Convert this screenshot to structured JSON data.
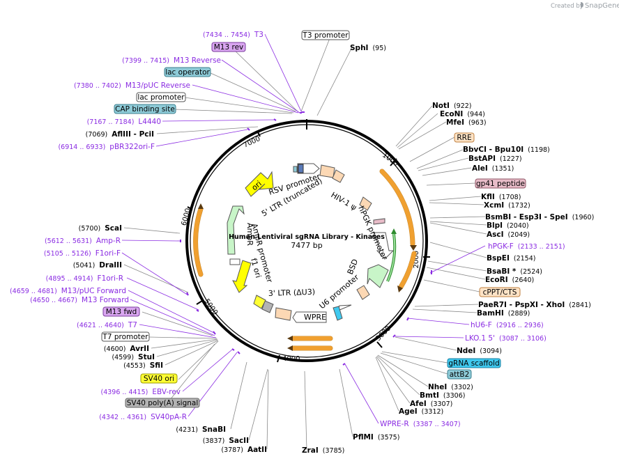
{
  "credit": {
    "prefix": "Created by",
    "brand": "SnapGene"
  },
  "plasmid": {
    "name": "Human Lentiviral sgRNA Library - Kinases",
    "length": "7477 bp"
  },
  "ticks": [
    "1000",
    "2000",
    "3000",
    "4000",
    "5000",
    "6000",
    "7000"
  ],
  "enzymes_right": [
    {
      "name": "SphI",
      "pos": "(95)"
    },
    {
      "name": "NotI",
      "pos": "(922)"
    },
    {
      "name": "EcoNI",
      "pos": "(944)"
    },
    {
      "name": "MfeI",
      "pos": "(963)"
    },
    {
      "name": "BbvCI - Bpu10I",
      "pos": "(1198)"
    },
    {
      "name": "BstAPI",
      "pos": "(1227)"
    },
    {
      "name": "AleI",
      "pos": "(1351)"
    },
    {
      "name": "KflI",
      "pos": "(1708)"
    },
    {
      "name": "XcmI",
      "pos": "(1732)"
    },
    {
      "name": "BsmBI - Esp3I - SpeI",
      "pos": "(1960)"
    },
    {
      "name": "BlpI",
      "pos": "(2040)"
    },
    {
      "name": "AscI",
      "pos": "(2049)"
    },
    {
      "name": "BspEI",
      "pos": "(2154)"
    },
    {
      "name": "BsaBI *",
      "pos": "(2524)"
    },
    {
      "name": "EcoRI",
      "pos": "(2640)"
    },
    {
      "name": "PaeR7I - PspXI - XhoI",
      "pos": "(2841)"
    },
    {
      "name": "BamHI",
      "pos": "(2889)"
    },
    {
      "name": "NdeI",
      "pos": "(3094)"
    },
    {
      "name": "NheI",
      "pos": "(3302)"
    },
    {
      "name": "BmtI",
      "pos": "(3306)"
    },
    {
      "name": "AfeI",
      "pos": "(3307)"
    },
    {
      "name": "AgeI",
      "pos": "(3312)"
    },
    {
      "name": "PflMI",
      "pos": "(3575)"
    }
  ],
  "enzymes_left": [
    {
      "name": "AflIII - PciI",
      "pos": "(7069)"
    },
    {
      "name": "ScaI",
      "pos": "(5700)"
    },
    {
      "name": "DraIII",
      "pos": "(5041)"
    },
    {
      "name": "AvrII",
      "pos": "(4600)"
    },
    {
      "name": "StuI",
      "pos": "(4599)"
    },
    {
      "name": "SfiI",
      "pos": "(4553)"
    },
    {
      "name": "SnaBI",
      "pos": "(4231)"
    }
  ],
  "enzymes_bottom": [
    {
      "name": "SacII",
      "pos": "(3837)"
    },
    {
      "name": "AatII",
      "pos": "(3787)"
    },
    {
      "name": "ZraI",
      "pos": "(3785)"
    }
  ],
  "primers_right": [
    {
      "name": "hPGK-F",
      "pos": "(2133 .. 2151)"
    },
    {
      "name": "hU6-F",
      "pos": "(2916 .. 2936)"
    },
    {
      "name": "LKO.1 5'",
      "pos": "(3087 .. 3106)"
    },
    {
      "name": "WPRE-R",
      "pos": "(3387 .. 3407)"
    }
  ],
  "primers_left": [
    {
      "name": "T3",
      "pos": "(7434 .. 7454)"
    },
    {
      "name": "M13 Reverse",
      "pos": "(7399 .. 7415)"
    },
    {
      "name": "M13/pUC Reverse",
      "pos": "(7380 .. 7402)"
    },
    {
      "name": "L4440",
      "pos": "(7167 .. 7184)"
    },
    {
      "name": "pBR322ori-F",
      "pos": "(6914 .. 6933)"
    },
    {
      "name": "Amp-R",
      "pos": "(5612 .. 5631)"
    },
    {
      "name": "F1ori-F",
      "pos": "(5105 .. 5126)"
    },
    {
      "name": "F1ori-R",
      "pos": "(4895 .. 4914)"
    },
    {
      "name": "M13/pUC Forward",
      "pos": "(4659 .. 4681)"
    },
    {
      "name": "M13 Forward",
      "pos": "(4650 .. 4667)"
    },
    {
      "name": "T7",
      "pos": "(4621 .. 4640)"
    },
    {
      "name": "EBV-rev",
      "pos": "(4396 .. 4415)"
    },
    {
      "name": "SV40pA-R",
      "pos": "(4342 .. 4361)"
    }
  ],
  "boxed_labels": [
    {
      "text": "T3 promoter",
      "fill": "#ffffff",
      "stroke": "#555555"
    },
    {
      "text": "M13 rev",
      "fill": "#d9a6f0",
      "stroke": "#7b3c9e"
    },
    {
      "text": "lac operator",
      "fill": "#8ecbd8",
      "stroke": "#3d7f8e"
    },
    {
      "text": "lac promoter",
      "fill": "#ffffff",
      "stroke": "#555555"
    },
    {
      "text": "CAP binding site",
      "fill": "#8ecbd8",
      "stroke": "#3d7f8e"
    },
    {
      "text": "RRE",
      "fill": "#fde3c6",
      "stroke": "#c08040"
    },
    {
      "text": "gp41 peptide",
      "fill": "#e8bcc8",
      "stroke": "#8e5565"
    },
    {
      "text": "cPPT/CTS",
      "fill": "#fde3c6",
      "stroke": "#c08040"
    },
    {
      "text": "gRNA scaffold",
      "fill": "#3fc9ef",
      "stroke": "#1a7fa0"
    },
    {
      "text": "attB2",
      "fill": "#8ecbd8",
      "stroke": "#3d7f8e"
    },
    {
      "text": "M13 fwd",
      "fill": "#d9a6f0",
      "stroke": "#7b3c9e"
    },
    {
      "text": "T7 promoter",
      "fill": "#ffffff",
      "stroke": "#555555"
    },
    {
      "text": "SV40 ori",
      "fill": "#ffff33",
      "stroke": "#999900"
    },
    {
      "text": "SV40 poly(A) signal",
      "fill": "#b3b3b3",
      "stroke": "#666666"
    }
  ],
  "features": [
    {
      "text": "RSV promoter"
    },
    {
      "text": "5' LTR (truncated)"
    },
    {
      "text": "HIV-1 ψ"
    },
    {
      "text": "hPGK promoter"
    },
    {
      "text": "BSD"
    },
    {
      "text": "U6 promoter"
    },
    {
      "text": "WPRE"
    },
    {
      "text": "3' LTR (ΔU3)"
    },
    {
      "text": "ori"
    },
    {
      "text": "AmpR"
    },
    {
      "text": "AmpR promoter"
    },
    {
      "text": "f1 ori"
    }
  ],
  "colors": {
    "backbone": "#000000",
    "primer": "#8a2be2",
    "orf_arrow": "#f0a030",
    "ori": "#ffff00",
    "ampr": "#c8f5c8",
    "ltr": "#fcd8b4"
  }
}
